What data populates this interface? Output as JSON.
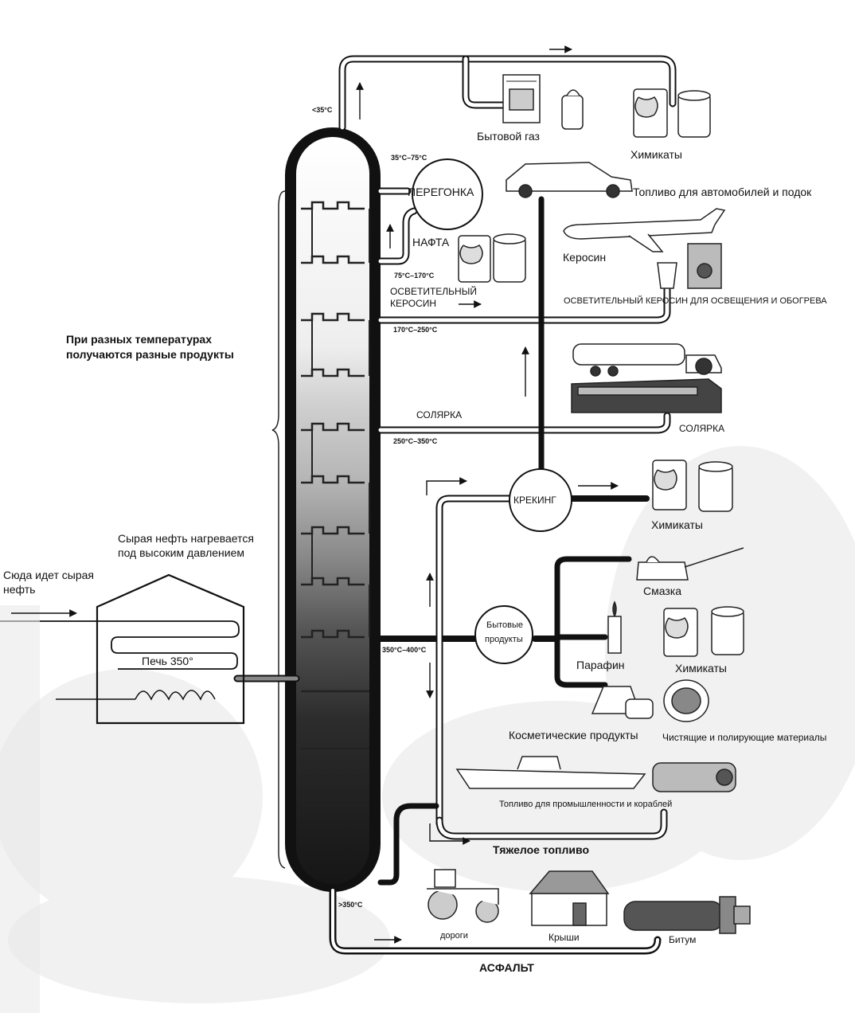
{
  "labels": {
    "household_gas": "Бытовой газ",
    "chemicals_top": "Химикаты",
    "car_boat_fuel": "Топливо для автомобилей и подок",
    "distillation": "ПЕРЕГОНКА",
    "naphtha": "НАФТА",
    "kerosene": "Керосин",
    "lighting_kerosene_l1": "ОСВЕТИТЕЛЬНЫЙ",
    "lighting_kerosene_l2": "КЕРОСИН",
    "lighting_kerosene_use": "ОСВЕТИТЕЛЬНЫЙ КЕРОСИН ДЛЯ ОСВЕЩЕНИЯ И ОБОГРЕВА",
    "temps_title_l1": "При разных температурах",
    "temps_title_l2": "получаются разные продукты",
    "diesel_pipe": "СОЛЯРКА",
    "diesel_product": "СОЛЯРКА",
    "cracking": "КРЕКИНГ",
    "chemicals_mid": "Химикаты",
    "heated_l1": "Сырая нефть нагревается",
    "heated_l2": "под высоким давлением",
    "crude_in_l1": "Сюда идет сырая",
    "crude_in_l2": "нефть",
    "furnace": "Печь 350°",
    "lubricant": "Смазка",
    "household_l1": "Бытовые",
    "household_l2": "продукты",
    "paraffin": "Парафин",
    "chemicals_low": "Химикаты",
    "cosmetics": "Косметические продукты",
    "cleaning": "Чистящие и полирующие материалы",
    "industry_fuel": "Топливо для промышленности и кораблей",
    "heavy_fuel": "Тяжелое топливо",
    "roads": "дороги",
    "roofs": "Крыши",
    "bitumen": "Битум",
    "asphalt": "АСФАЛЬТ"
  },
  "temperatures": {
    "t_top": "<35°C",
    "t1": "35°C–75°C",
    "t2": "75°C–170°C",
    "t3": "170°C–250°C",
    "t4": "250°C–350°C",
    "t5": "350°C–400°C",
    "t6": ">350°C"
  }
}
